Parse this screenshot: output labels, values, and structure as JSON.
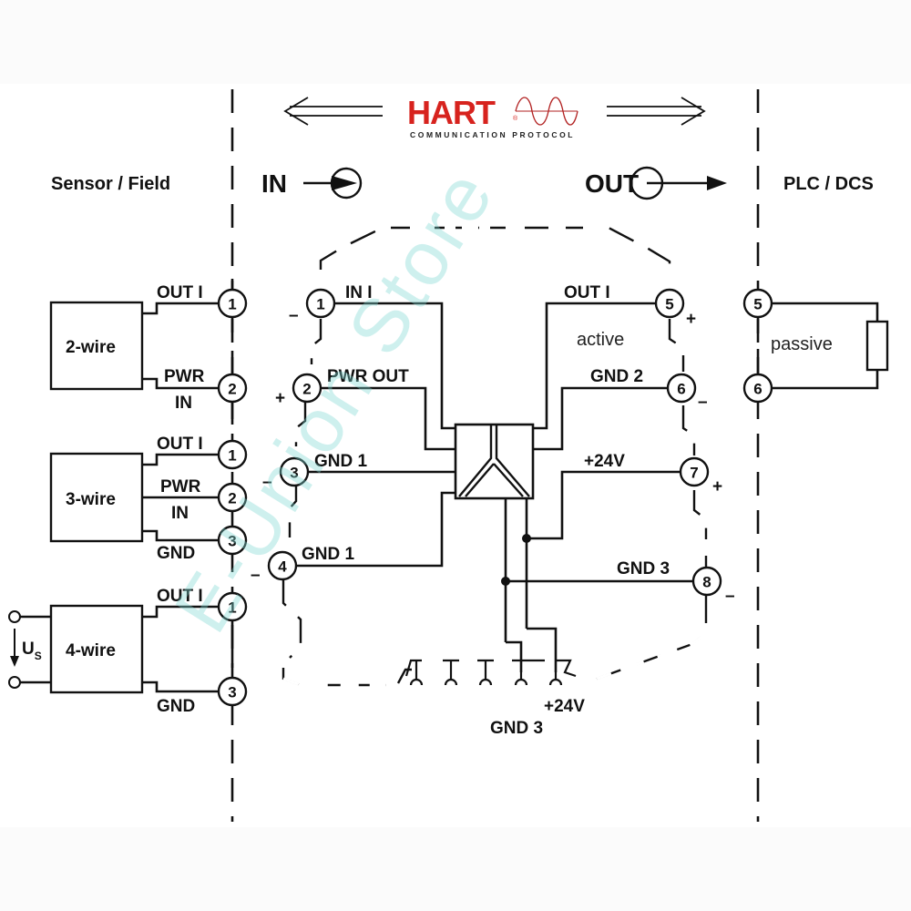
{
  "logo": {
    "brand": "HART",
    "registered_mark": "®",
    "tagline": "COMMUNICATION PROTOCOL",
    "brand_color": "#d7231e",
    "wave_color": "#b22222"
  },
  "zones": {
    "left": "Sensor / Field",
    "in_label": "IN",
    "out_label": "OUT",
    "right": "PLC / DCS"
  },
  "sensors": [
    {
      "name": "2-wire",
      "terminals": [
        {
          "number": "1",
          "label": "OUT I"
        },
        {
          "number": "2",
          "label_top": "PWR",
          "label_bottom": "IN"
        }
      ]
    },
    {
      "name": "3-wire",
      "terminals": [
        {
          "number": "1",
          "label": "OUT I"
        },
        {
          "number": "2",
          "label_top": "PWR",
          "label_bottom": "IN"
        },
        {
          "number": "3",
          "label_bottom": "GND"
        }
      ]
    },
    {
      "name": "4-wire",
      "supply_label": "U",
      "supply_subscript": "S",
      "terminals": [
        {
          "number": "1",
          "label": "OUT I"
        },
        {
          "number": "3",
          "label_bottom": "GND"
        }
      ]
    }
  ],
  "module": {
    "inputs": [
      {
        "number": "1",
        "label": "IN I",
        "polarity": "–"
      },
      {
        "number": "2",
        "label": "PWR OUT",
        "polarity": "+"
      },
      {
        "number": "3",
        "label": "GND 1",
        "polarity": "–"
      },
      {
        "number": "4",
        "label": "GND 1",
        "polarity": "–"
      }
    ],
    "outputs": [
      {
        "number": "5",
        "label": "OUT I",
        "polarity": "+"
      },
      {
        "number": "6",
        "label": "GND 2",
        "polarity": "–"
      },
      {
        "number": "7",
        "label": "+24V",
        "polarity": "+"
      },
      {
        "number": "8",
        "label": "GND 3",
        "polarity": "–"
      }
    ],
    "active_label": "active",
    "bus_labels": {
      "plus24": "+24V",
      "gnd3": "GND 3"
    }
  },
  "plc": {
    "terminals": [
      "5",
      "6"
    ],
    "mode_label": "passive"
  },
  "watermark": {
    "text": "E-Union Store",
    "color": "#7fd8d2"
  }
}
